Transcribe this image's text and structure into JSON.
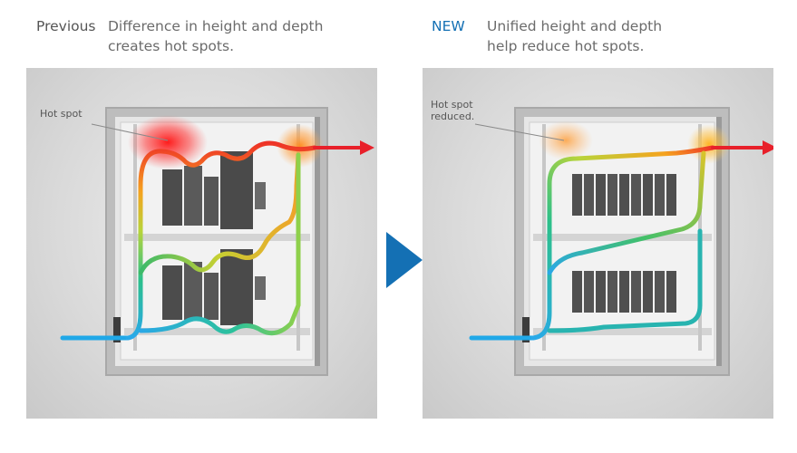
{
  "previous": {
    "tag": "Previous",
    "caption_line1": "Difference in height and depth",
    "caption_line2": "creates hot spots.",
    "callout": "Hot spot"
  },
  "new": {
    "tag": "NEW",
    "caption_line1": "Unified height and depth",
    "caption_line2": "help reduce hot spots.",
    "callout_line1": "Hot spot",
    "callout_line2": "reduced."
  },
  "colors": {
    "new_tag": "#1470b4",
    "transition_arrow": "#1470b4",
    "exhaust_arrow": "#e8202a",
    "intake_line": "#20a8e8"
  }
}
